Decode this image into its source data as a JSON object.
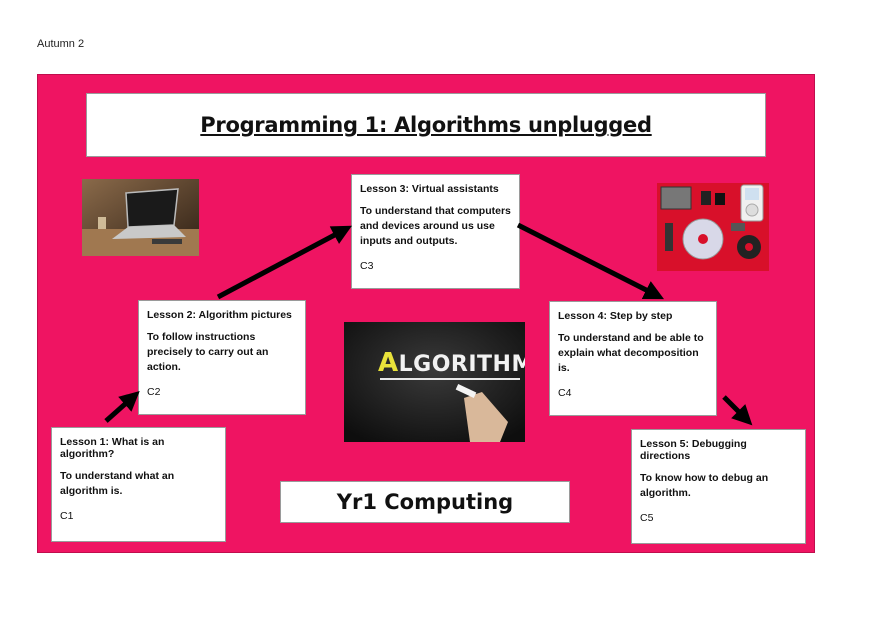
{
  "page": {
    "term": "Autumn 2"
  },
  "poster": {
    "title": "Programming 1: Algorithms unplugged",
    "subject": "Yr1 Computing",
    "algorithm_word_first": "A",
    "algorithm_word_rest": "LGORITHM",
    "background_color": "#ef1462",
    "lessons": [
      {
        "title": "Lesson 1: What is an algorithm?",
        "description": "To understand what an algorithm is.",
        "code": "C1"
      },
      {
        "title": "Lesson 2: Algorithm pictures",
        "description": "To follow instructions precisely to carry out an action.",
        "code": "C2"
      },
      {
        "title": "Lesson 3: Virtual assistants",
        "description": "To understand that computers and devices around us use inputs and outputs.",
        "code": "C3"
      },
      {
        "title": "Lesson 4: Step by step",
        "description": "To understand and be able to explain what decomposition is.",
        "code": "C4"
      },
      {
        "title": "Lesson 5: Debugging directions",
        "description": "To know how to debug an algorithm.",
        "code": "C5"
      }
    ]
  }
}
